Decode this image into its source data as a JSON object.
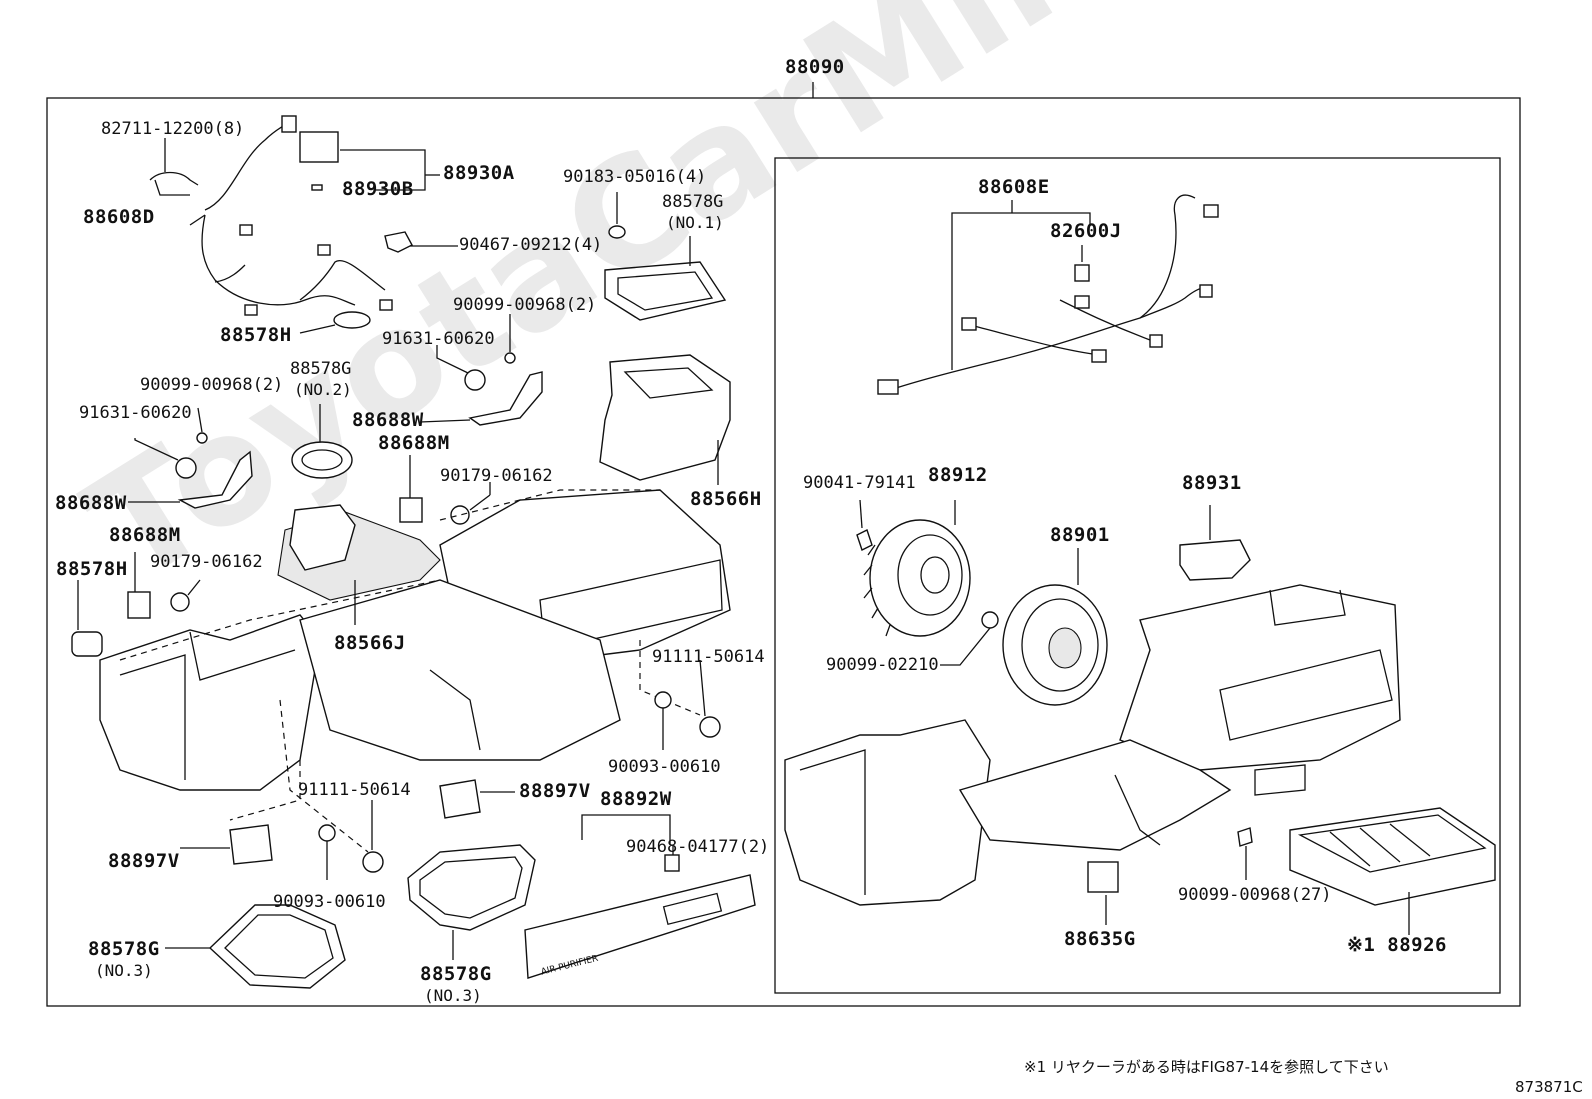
{
  "assembly": "88090",
  "watermark": "ToyotaCarMine.ru",
  "labels": {
    "l82711": "82711-12200(8)",
    "l88930a": "88930A",
    "l88930b": "88930B",
    "l88608d": "88608D",
    "l90467": "90467-09212(4)",
    "l90183": "90183-05016(4)",
    "l88578g1": "88578G",
    "l88578g1n": "(NO.1)",
    "l88578h1": "88578H",
    "l90099a": "90099-00968(2)",
    "l91631a": "91631-60620",
    "l88578g2": "88578G",
    "l88578g2n": "(NO.2)",
    "l90099b": "90099-00968(2)",
    "l91631b": "91631-60620",
    "l88688w1": "88688W",
    "l88688w2": "88688W",
    "l88688m1": "88688M",
    "l90179a": "90179-06162",
    "l88566h": "88566H",
    "l88688m2": "88688M",
    "l90179b": "90179-06162",
    "l88578h2": "88578H",
    "l88566j": "88566J",
    "l91111a": "91111-50614",
    "l90093a": "90093-00610",
    "l91111b": "91111-50614",
    "l88897v1": "88897V",
    "l88892w": "88892W",
    "l90468": "90468-04177(2)",
    "l88897v2": "88897V",
    "l90093b": "90093-00610",
    "l88578g3": "88578G",
    "l88578g3n": "(NO.3)",
    "l88578g4": "88578G",
    "l88578g4n": "(NO.3)",
    "l88608e": "88608E",
    "l82600j": "82600J",
    "l90041": "90041-79141",
    "l88912": "88912",
    "l88931": "88931",
    "l88901": "88901",
    "l90099c": "90099-02210",
    "l90099d": "90099-00968(27)",
    "l88635g": "88635G",
    "l88926": "※1 88926",
    "filter_text": "AIR PURIFIER"
  },
  "footnote": "※1 リヤクーラがある時はFIG87-14を参照して下さい",
  "figure_code": "873871C"
}
